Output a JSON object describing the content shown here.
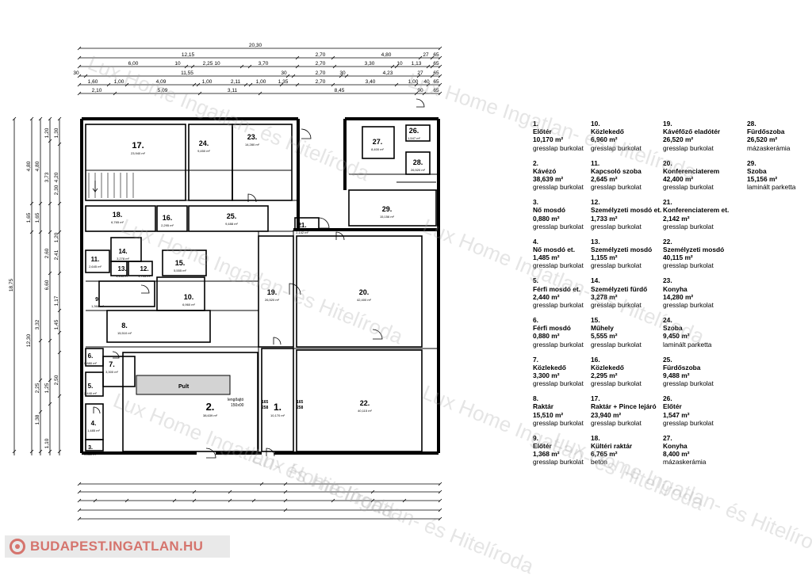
{
  "watermark": "Lux Home Ingatlan- és Hitelíroda",
  "logo": "BUDAPEST.INGATLAN.HU",
  "colors": {
    "line": "#000000",
    "logo": "#d5746d",
    "watermark": "#b0b0b0",
    "fixture": "#d3d3d3"
  },
  "dimensions": {
    "top_rows": [
      [
        "20,30"
      ],
      [
        "12,15",
        "2,70",
        "4,80",
        "27",
        "65"
      ],
      [
        "6,00",
        "10",
        "2,25",
        "10",
        "3,70",
        "2,70",
        "3,30",
        "10",
        "1,13",
        "65"
      ],
      [
        "30",
        "11,55",
        "30",
        "2,70",
        "30",
        "4,23",
        "27",
        "65"
      ],
      [
        "1,60",
        "1,00",
        "4,09",
        "1,00",
        "2,11",
        "1,00",
        "1,35",
        "2,70",
        "3,40",
        "1,00",
        "40",
        "65"
      ],
      [
        "2,10",
        "5,09",
        "3,11",
        "8,45",
        "90",
        "65"
      ]
    ],
    "left_cols": [
      [
        "18,75"
      ],
      [
        "4,80",
        "1,65",
        "12,30"
      ],
      [
        "4,80",
        "1,65",
        "3,32",
        "2,25",
        "1,38"
      ],
      [
        "1,20",
        "3,73",
        "2,60",
        "6,60",
        "1,25",
        "1,10"
      ],
      [
        "1,30",
        "4,20",
        "2,30",
        "1,20",
        "2,41",
        "1,17",
        "1,45",
        "2,50"
      ]
    ]
  },
  "rooms": [
    {
      "n": "17.",
      "a": "23,940 m²"
    },
    {
      "n": "24.",
      "a": "9,450 m²"
    },
    {
      "n": "23.",
      "a": "14,280 m²"
    },
    {
      "n": "27.",
      "a": "8,400 m²"
    },
    {
      "n": "26.",
      "a": "1,547 m²"
    },
    {
      "n": "28.",
      "a": "26,520 m²"
    },
    {
      "n": "29.",
      "a": "15,156 m²"
    },
    {
      "n": "18.",
      "a": "6,765 m²"
    },
    {
      "n": "16.",
      "a": "2,295 m²"
    },
    {
      "n": "25.",
      "a": "9,488 m²"
    },
    {
      "n": "21.",
      "a": "2,142 m²"
    },
    {
      "n": "14.",
      "a": "3,278 m²"
    },
    {
      "n": "11.",
      "a": "2,645 m²"
    },
    {
      "n": "15.",
      "a": "5,555 m²"
    },
    {
      "n": "13.",
      "a": "1,155 m²"
    },
    {
      "n": "12.",
      "a": "1,733 m²"
    },
    {
      "n": "10.",
      "a": "6,960 m²"
    },
    {
      "n": "9.",
      "a": "1,368 m²"
    },
    {
      "n": "19.",
      "a": "26,520 m²"
    },
    {
      "n": "20.",
      "a": "42,400 m²"
    },
    {
      "n": "8.",
      "a": "15,510 m²"
    },
    {
      "n": "6.",
      "a": "0,880 m²"
    },
    {
      "n": "7.",
      "a": "3,300 m²"
    },
    {
      "n": "5.",
      "a": "2,440 m²"
    },
    {
      "n": "4.",
      "a": "1,485 m²"
    },
    {
      "n": "3.",
      "a": "0,880 m²"
    },
    {
      "n": "2.",
      "a": "38,639 m²"
    },
    {
      "n": "1.",
      "a": "10,170 m²"
    },
    {
      "n": "22.",
      "a": "40,115 m²"
    }
  ],
  "plan_labels": {
    "pult": "Pult",
    "lengo": "lengőajtó",
    "lengo_size": "150x00",
    "r1": "165",
    "r2": "258",
    "r3": "165",
    "r4": "258"
  },
  "legend": [
    [
      {
        "num": "1.",
        "name": "Előtér",
        "area": "10,170 m²",
        "finish": "gresslap burkolat"
      },
      {
        "num": "2.",
        "name": "Kávézó",
        "area": "38,639 m²",
        "finish": "gresslap burkolat"
      },
      {
        "num": "3.",
        "name": "Nő mosdó",
        "area": "0,880 m²",
        "finish": "gresslap burkolat"
      },
      {
        "num": "4.",
        "name": "Nő mosdó et.",
        "area": "1,485 m²",
        "finish": "gresslap burkolat"
      },
      {
        "num": "5.",
        "name": "Férfi mosdó et.",
        "area": "2,440 m²",
        "finish": "gresslap burkolat"
      },
      {
        "num": "6.",
        "name": "Férfi mosdó",
        "area": "0,880 m²",
        "finish": "gresslap burkolat"
      },
      {
        "num": "7.",
        "name": "Közlekedő",
        "area": "3,300 m²",
        "finish": "gresslap burkolat"
      },
      {
        "num": "8.",
        "name": "Raktár",
        "area": "15,510 m²",
        "finish": "gresslap burkolat"
      },
      {
        "num": "9.",
        "name": "Előtér",
        "area": "1,368 m²",
        "finish": "gresslap burkolat"
      }
    ],
    [
      {
        "num": "10.",
        "name": "Közlekedő",
        "area": "6,960 m²",
        "finish": "gresslap burkolat"
      },
      {
        "num": "11.",
        "name": "Kapcsoló szoba",
        "area": "2,645 m²",
        "finish": "gresslap burkolat"
      },
      {
        "num": "12.",
        "name": "Személyzeti mosdó et.",
        "area": "1,733 m²",
        "finish": "gresslap burkolat"
      },
      {
        "num": "13.",
        "name": "Személyzeti mosdó",
        "area": "1,155 m²",
        "finish": "gresslap burkolat"
      },
      {
        "num": "14.",
        "name": "Személyzeti fürdő",
        "area": "3,278 m²",
        "finish": "gresslap burkolat"
      },
      {
        "num": "15.",
        "name": "Műhely",
        "area": "5,555 m²",
        "finish": "gresslap burkolat"
      },
      {
        "num": "16.",
        "name": "Közlekedő",
        "area": "2,295 m²",
        "finish": "gresslap burkolat"
      },
      {
        "num": "17.",
        "name": "Raktár + Pince lejáró",
        "area": "23,940 m²",
        "finish": "gresslap burkolat"
      },
      {
        "num": "18.",
        "name": "Kültéri raktár",
        "area": "6,765 m²",
        "finish": "beton"
      }
    ],
    [
      {
        "num": "19.",
        "name": "Kávéfőző eladótér",
        "area": "26,520 m²",
        "finish": "gresslap burkolat"
      },
      {
        "num": "20.",
        "name": "Konferenciaterem",
        "area": "42,400 m²",
        "finish": "gresslap burkolat"
      },
      {
        "num": "21.",
        "name": "Konferenciaterem et.",
        "area": "2,142 m²",
        "finish": "gresslap burkolat"
      },
      {
        "num": "22.",
        "name": "Személyzeti mosdó",
        "area": "40,115 m²",
        "finish": "gresslap burkolat"
      },
      {
        "num": "23.",
        "name": "Konyha",
        "area": "14,280 m²",
        "finish": "gresslap burkolat"
      },
      {
        "num": "24.",
        "name": "Szoba",
        "area": "9,450 m²",
        "finish": "laminált parketta"
      },
      {
        "num": "25.",
        "name": "Fürdőszoba",
        "area": "9,488 m²",
        "finish": "gresslap burkolat"
      },
      {
        "num": "26.",
        "name": "Előtér",
        "area": "1,547 m²",
        "finish": "gresslap burkolat"
      },
      {
        "num": "27.",
        "name": "Konyha",
        "area": "8,400 m²",
        "finish": "mázaskerámia"
      }
    ],
    [
      {
        "num": "28.",
        "name": "Fürdőszoba",
        "area": "26,520 m²",
        "finish": "mázaskerámia"
      },
      {
        "num": "29.",
        "name": "Szoba",
        "area": "15,156 m²",
        "finish": "laminált parketta"
      }
    ]
  ]
}
